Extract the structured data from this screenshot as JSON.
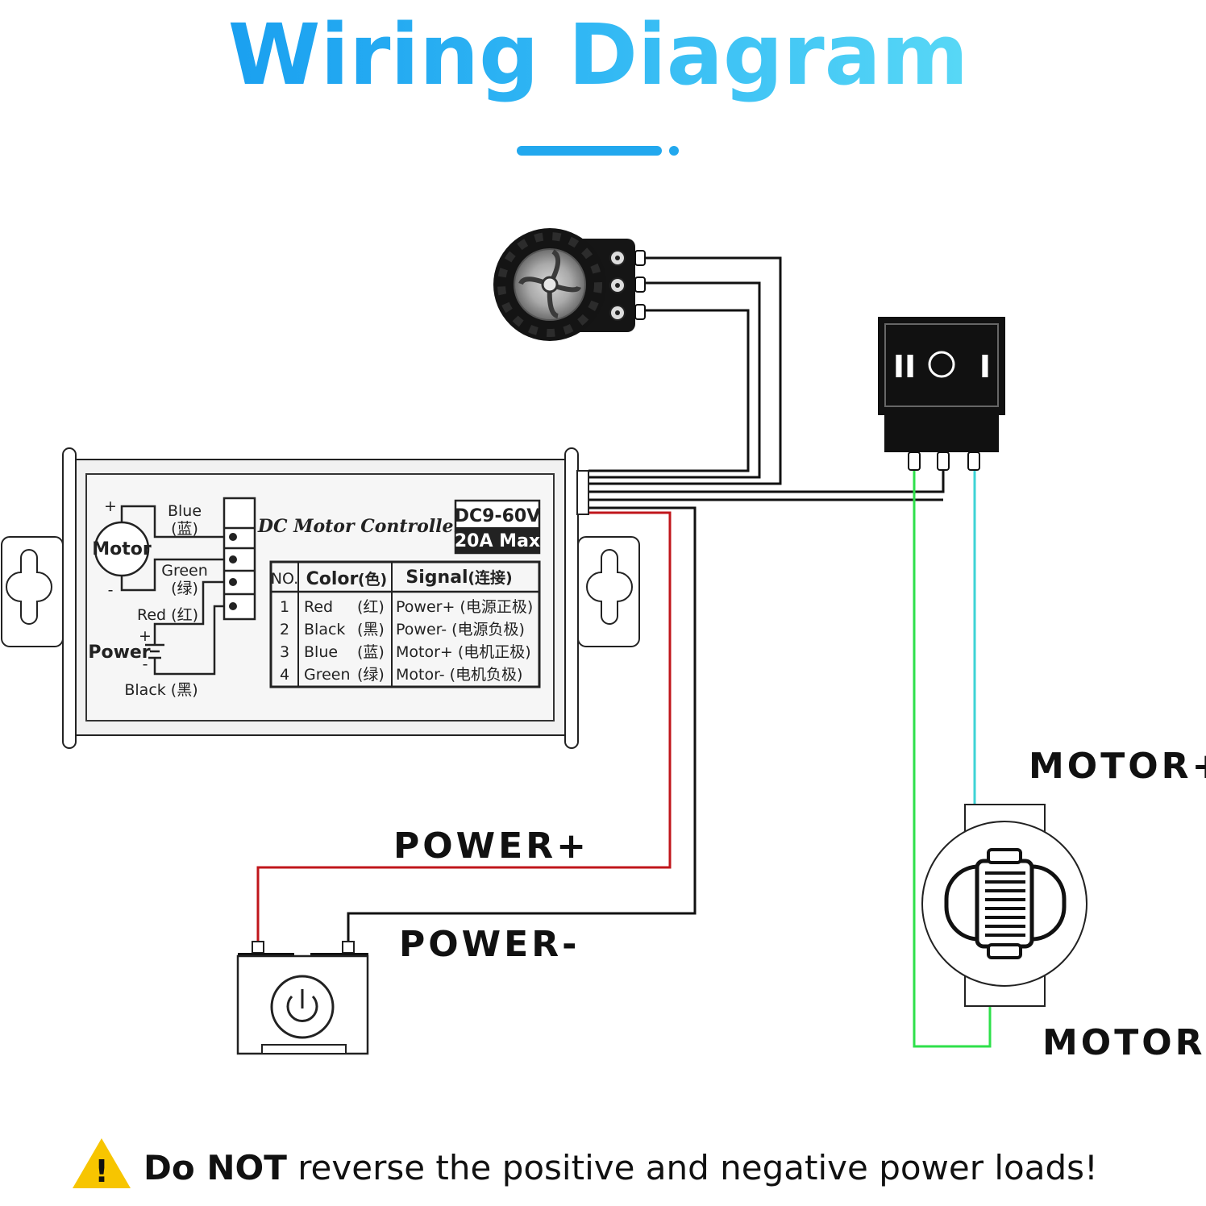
{
  "title": "Wiring Diagram",
  "controller": {
    "name": "DC Motor Controller",
    "rating_voltage": "DC9-60V",
    "rating_current": "20A Max",
    "schematic": {
      "motor": "Motor",
      "blue": "Blue",
      "blue_cn": "(蓝)",
      "green": "Green",
      "green_cn": "(绿)",
      "red": "Red (红)",
      "power": "Power",
      "plus": "+",
      "minus": "-",
      "black": "Black (黑)"
    },
    "table": {
      "headers": {
        "no": "NO.",
        "color": "Color",
        "color_cn": "(色)",
        "signal": "Signal",
        "signal_cn": "(连接)"
      },
      "rows": [
        {
          "no": "1",
          "color": "Red",
          "color_cn": "(红)",
          "signal": "Power+ (电源正极)"
        },
        {
          "no": "2",
          "color": "Black",
          "color_cn": "(黑)",
          "signal": "Power- (电源负极)"
        },
        {
          "no": "3",
          "color": "Blue",
          "color_cn": "(蓝)",
          "signal": "Motor+ (电机正极)"
        },
        {
          "no": "4",
          "color": "Green",
          "color_cn": "(绿)",
          "signal": "Motor- (电机负极)"
        }
      ]
    }
  },
  "switch": {
    "left_symbol": "II",
    "right_symbol": "I"
  },
  "labels": {
    "power_plus": "POWER+",
    "power_minus": "POWER-",
    "motor_plus": "MOTOR+",
    "motor_minus": "MOTOR-"
  },
  "warning": {
    "icon_mark": "!",
    "bold": "Do NOT",
    "rest": " reverse the positive and negative power loads!"
  },
  "colors": {
    "title_gradient_start": "#1fa8f0",
    "title_gradient_end": "#4dd4f5",
    "wire_red": "#c0161b",
    "wire_green": "#2ee04a",
    "wire_cyan": "#3ed3d6",
    "warning_yellow": "#f7c500"
  }
}
